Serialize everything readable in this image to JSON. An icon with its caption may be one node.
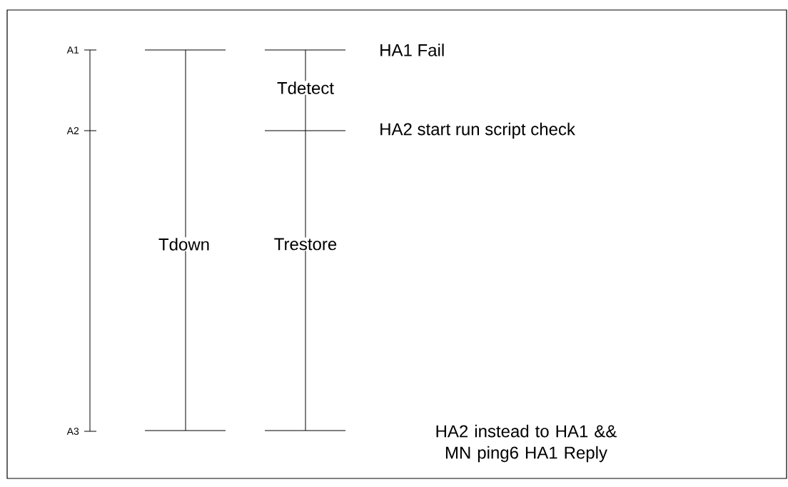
{
  "diagram": {
    "labels": [
      "A1",
      "HA1 Fail",
      "Tdetect",
      "A2",
      "HA2 start run script check",
      "Tdown",
      "Trestore",
      "A3",
      "HA2 instead to HA1 && MN ping6 HA1 Reply"
    ]
  }
}
